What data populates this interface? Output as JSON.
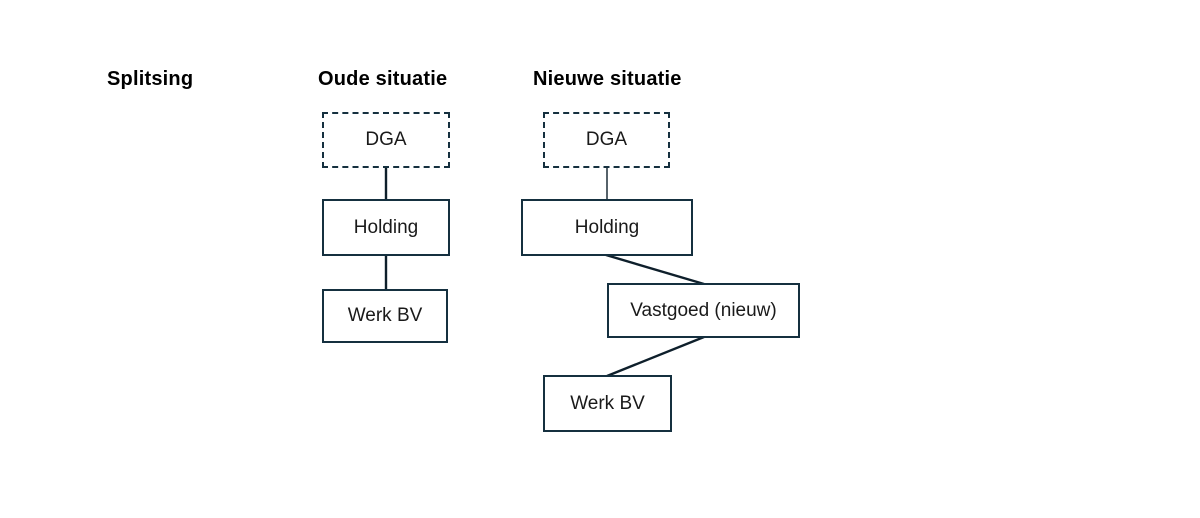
{
  "diagram": {
    "title": "Splitsing",
    "columns": {
      "old": {
        "header": "Oude situatie",
        "nodes": {
          "dga": "DGA",
          "holding": "Holding",
          "werk_bv": "Werk BV"
        }
      },
      "new": {
        "header": "Nieuwe situatie",
        "nodes": {
          "dga": "DGA",
          "holding": "Holding",
          "vastgoed": "Vastgoed (nieuw)",
          "werk_bv": "Werk BV"
        }
      }
    },
    "colors": {
      "box_border": "#15303f",
      "connector_line": "#0e1f2b",
      "box_text": "#1a1a1a",
      "heading_text": "#000000",
      "background": "#ffffff"
    }
  }
}
